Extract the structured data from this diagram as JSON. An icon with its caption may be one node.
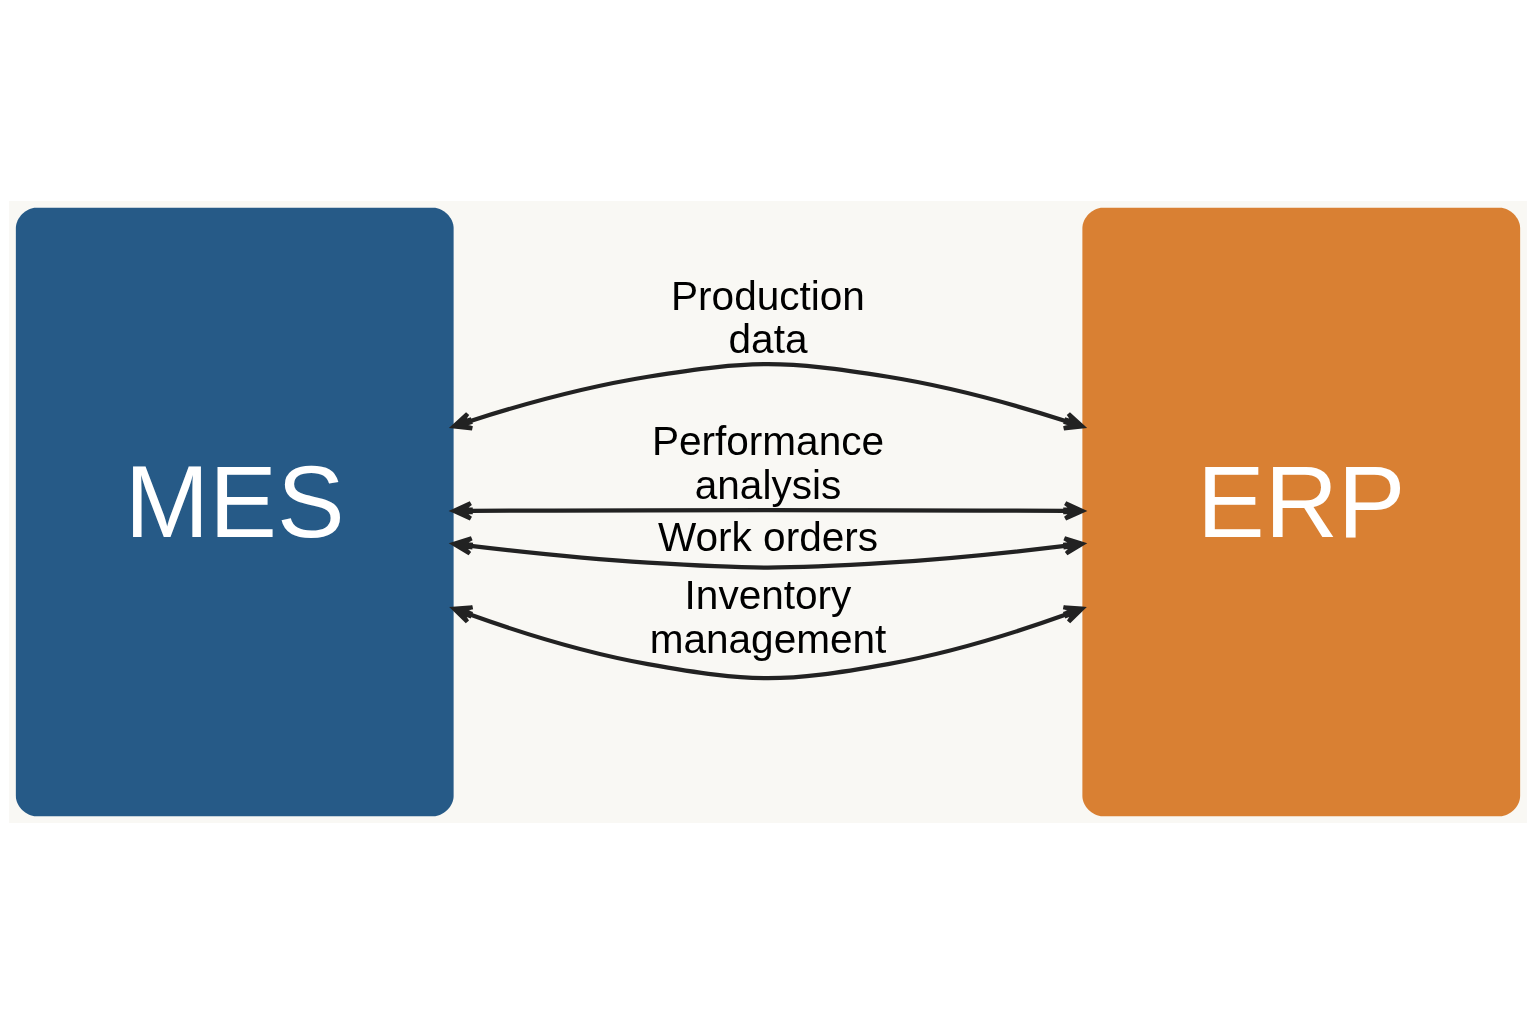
{
  "diagram": {
    "nodes": [
      {
        "text": [
          "MES"
        ]
      },
      {
        "text": [
          "ERP"
        ]
      }
    ],
    "edges": [
      {
        "from": 0,
        "to": 1,
        "arrow": "both",
        "label": "Production data"
      },
      {
        "from": 0,
        "to": 1,
        "arrow": "both",
        "label": "Performance analysis"
      },
      {
        "from": 0,
        "to": 1,
        "arrow": "both",
        "label": "Work orders"
      },
      {
        "from": 0,
        "to": 1,
        "arrow": "both",
        "label": "Inventory management"
      }
    ]
  }
}
